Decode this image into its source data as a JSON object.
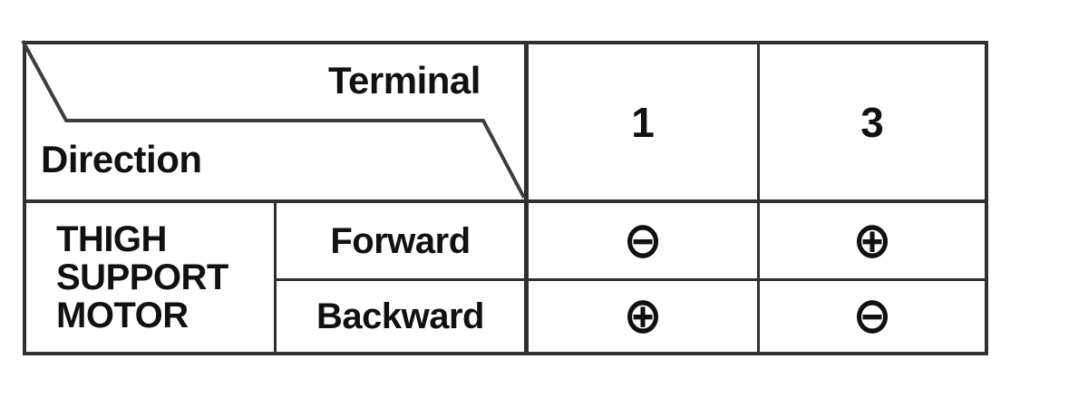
{
  "figure": {
    "background": "#ffffff",
    "line_color": "#303030",
    "text_color": "#111111"
  },
  "table": {
    "corner": {
      "top_label": "Terminal",
      "bottom_label": "Direction"
    },
    "terminal_columns": [
      "1",
      "3"
    ],
    "row_group_label": "THIGH SUPPORT MOTOR",
    "rows": [
      {
        "direction": "Forward",
        "terminal_1": "⊖",
        "terminal_3": "⊕"
      },
      {
        "direction": "Backward",
        "terminal_1": "⊕",
        "terminal_3": "⊖"
      }
    ]
  }
}
